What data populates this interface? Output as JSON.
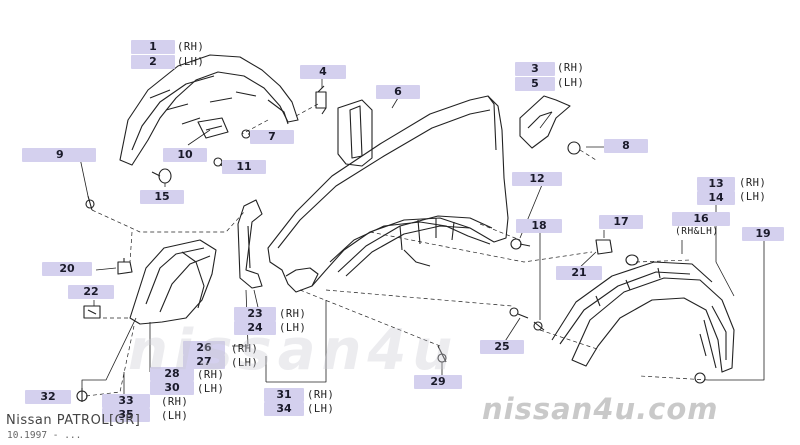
{
  "diagram": {
    "callouts": [
      {
        "id": "c1",
        "num": "1",
        "side": "(RH)"
      },
      {
        "id": "c2",
        "num": "2",
        "side": "(LH)"
      },
      {
        "id": "c3",
        "num": "3",
        "side": "(RH)"
      },
      {
        "id": "c4",
        "num": "4",
        "side": ""
      },
      {
        "id": "c5",
        "num": "5",
        "side": "(LH)"
      },
      {
        "id": "c6",
        "num": "6",
        "side": ""
      },
      {
        "id": "c7",
        "num": "7",
        "side": ""
      },
      {
        "id": "c8",
        "num": "8",
        "side": ""
      },
      {
        "id": "c9",
        "num": "9",
        "side": ""
      },
      {
        "id": "c10",
        "num": "10",
        "side": ""
      },
      {
        "id": "c11",
        "num": "11",
        "side": ""
      },
      {
        "id": "c12",
        "num": "12",
        "side": ""
      },
      {
        "id": "c13",
        "num": "13",
        "side": "(RH)"
      },
      {
        "id": "c14",
        "num": "14",
        "side": "(LH)"
      },
      {
        "id": "c15",
        "num": "15",
        "side": ""
      },
      {
        "id": "c16",
        "num": "16",
        "side": "(RH&LH)"
      },
      {
        "id": "c17",
        "num": "17",
        "side": ""
      },
      {
        "id": "c18",
        "num": "18",
        "side": ""
      },
      {
        "id": "c19",
        "num": "19",
        "side": ""
      },
      {
        "id": "c20",
        "num": "20",
        "side": ""
      },
      {
        "id": "c21",
        "num": "21",
        "side": ""
      },
      {
        "id": "c22",
        "num": "22",
        "side": ""
      },
      {
        "id": "c23",
        "num": "23",
        "side": "(RH)"
      },
      {
        "id": "c24",
        "num": "24",
        "side": "(LH)"
      },
      {
        "id": "c25",
        "num": "25",
        "side": ""
      },
      {
        "id": "c26",
        "num": "26",
        "side": "(RH)"
      },
      {
        "id": "c27",
        "num": "27",
        "side": "(LH)"
      },
      {
        "id": "c28",
        "num": "28",
        "side": "(RH)"
      },
      {
        "id": "c29",
        "num": "29",
        "side": ""
      },
      {
        "id": "c30",
        "num": "30",
        "side": "(LH)"
      },
      {
        "id": "c31",
        "num": "31",
        "side": "(RH)"
      },
      {
        "id": "c32",
        "num": "32",
        "side": ""
      },
      {
        "id": "c33",
        "num": "33",
        "side": "(RH)"
      },
      {
        "id": "c34",
        "num": "34",
        "side": "(LH)"
      },
      {
        "id": "c35",
        "num": "35",
        "side": "(LH)"
      }
    ]
  },
  "footer": {
    "model": "Nissan PATROL[GR]",
    "date": "10.1997 - ..."
  },
  "watermark": {
    "main": "nissan4u.com",
    "ghost": "nissan4u"
  },
  "colors": {
    "callout_bg": "#d4d0ee",
    "line": "#222222"
  }
}
